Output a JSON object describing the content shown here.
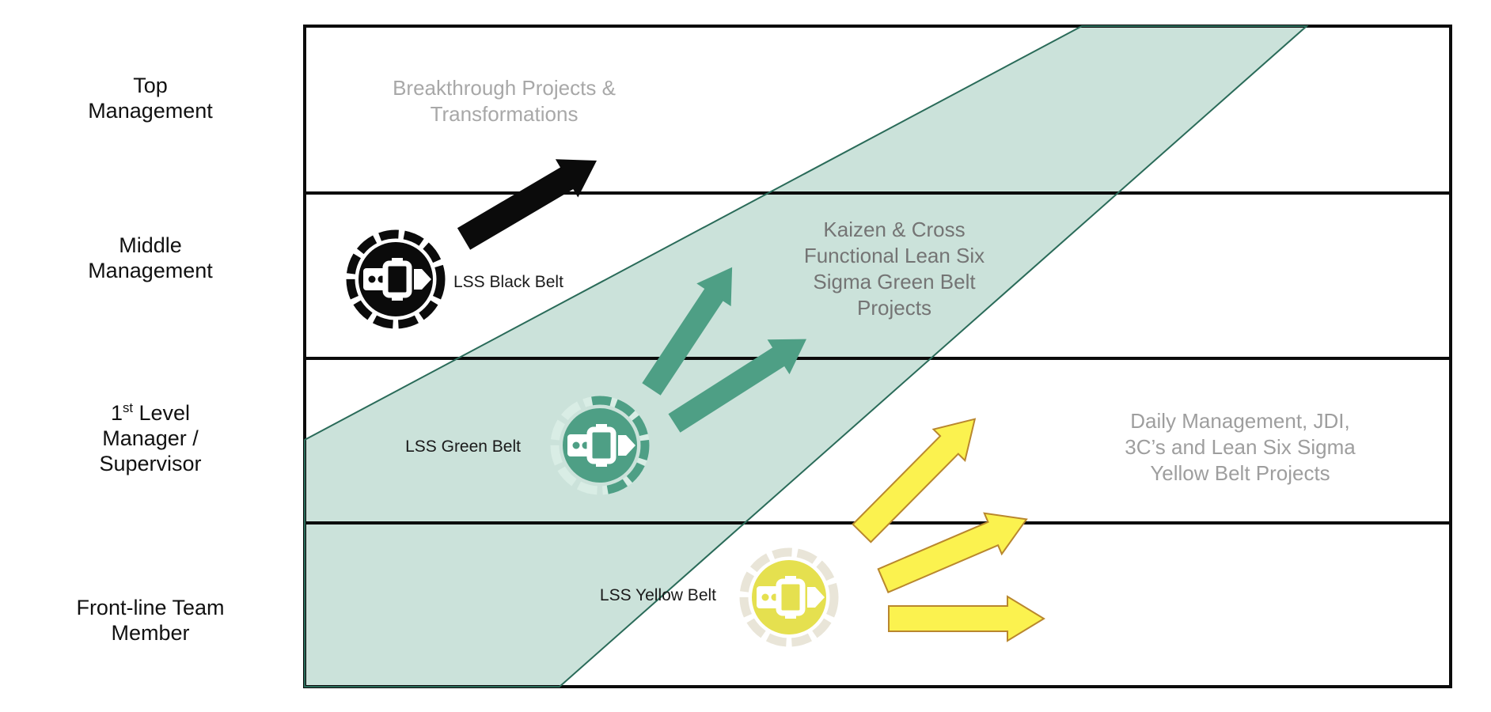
{
  "title": "Lean Six Sigma belt deployment matrix",
  "org_levels": {
    "top": "Top\nManagement",
    "middle": "Middle\nManagement",
    "first_level": {
      "num": "1",
      "sup": "st",
      "rest": " Level\nManager /\nSupervisor"
    },
    "frontline": "Front-line Team\nMember"
  },
  "projects": {
    "breakthrough": "Breakthrough Projects &\nTransformations",
    "kaizen": "Kaizen & Cross\nFunctional Lean Six\nSigma Green Belt\nProjects",
    "daily": "Daily Management, JDI,\n3C’s and Lean Six Sigma\nYellow Belt Projects"
  },
  "belts": {
    "black": {
      "label": "LSS Black Belt",
      "color": "#0B0B0B"
    },
    "green": {
      "label": "LSS Green Belt",
      "color": "#4E9F85"
    },
    "yellow": {
      "label": "LSS Yellow Belt",
      "color": "#E5E04F"
    }
  },
  "colors": {
    "band_fill": "#CBE2DA",
    "band_edge": "#2A6B59",
    "grid_line": "#0B0B0B",
    "belt_black": "#0B0B0B",
    "belt_green": "#4E9F85",
    "belt_yellow": "#E5E04F",
    "ring_light_green": "#D9EDE5",
    "ring_beige": "#E9E5D8",
    "arrow_black": "#0B0B0B",
    "arrow_green": "#4E9F85",
    "arrow_yellow_fill": "#FBF24F",
    "arrow_yellow_edge": "#B9872E",
    "gray_breakthrough": "#A8A8A8",
    "gray_kaizen": "#747474",
    "gray_daily": "#9E9E9E"
  }
}
